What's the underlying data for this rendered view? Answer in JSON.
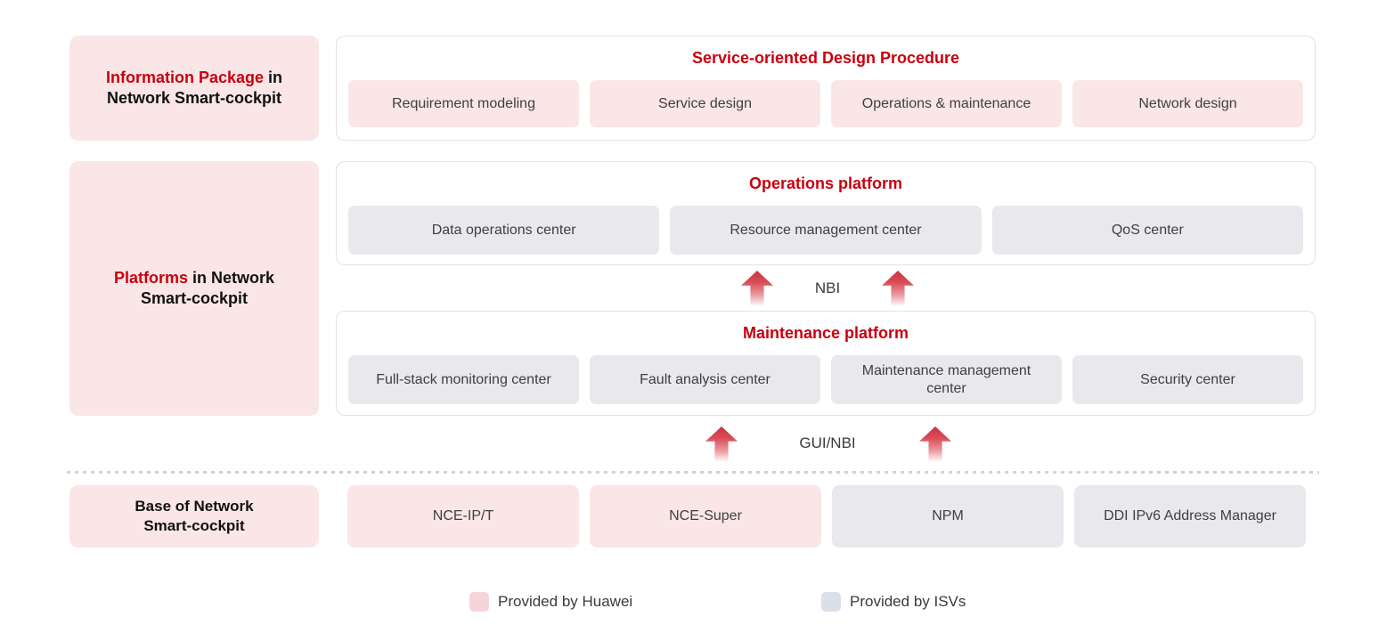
{
  "colors": {
    "accent_red": "#c8000f",
    "huawei_fill": "#fae6e7",
    "isv_fill": "#e9e9ed",
    "legend_huawei_swatch": "#f6d5da",
    "legend_isv_swatch": "#dadfe9",
    "panel_border": "#e2e2e2",
    "body_text": "#3f3f3f"
  },
  "left_labels": {
    "info_package": {
      "highlight": "Information Package",
      "rest": " in Network Smart-cockpit"
    },
    "platforms": {
      "highlight": "Platforms",
      "rest": " in Network Smart-cockpit"
    },
    "base": {
      "text": "Base of Network Smart-cockpit"
    }
  },
  "panels": {
    "design": {
      "title": "Service-oriented Design Procedure",
      "items": [
        "Requirement modeling",
        "Service design",
        "Operations & maintenance",
        "Network design"
      ]
    },
    "operations": {
      "title": "Operations platform",
      "items": [
        "Data operations center",
        "Resource management center",
        "QoS center"
      ]
    },
    "maintenance": {
      "title": "Maintenance platform",
      "items": [
        "Full-stack monitoring center",
        "Fault analysis center",
        "Maintenance management center",
        "Security center"
      ]
    }
  },
  "connectors": {
    "nbi_label": "NBI",
    "gui_nbi_label": "GUI/NBI",
    "arrow_icon": "up-arrow"
  },
  "base_row": {
    "items": [
      {
        "label": "NCE-IP/T",
        "provider": "huawei"
      },
      {
        "label": "NCE-Super",
        "provider": "huawei"
      },
      {
        "label": "NPM",
        "provider": "isv"
      },
      {
        "label": "DDI IPv6 Address Manager",
        "provider": "isv"
      }
    ]
  },
  "legend": {
    "huawei": "Provided by Huawei",
    "isv": "Provided by ISVs"
  }
}
